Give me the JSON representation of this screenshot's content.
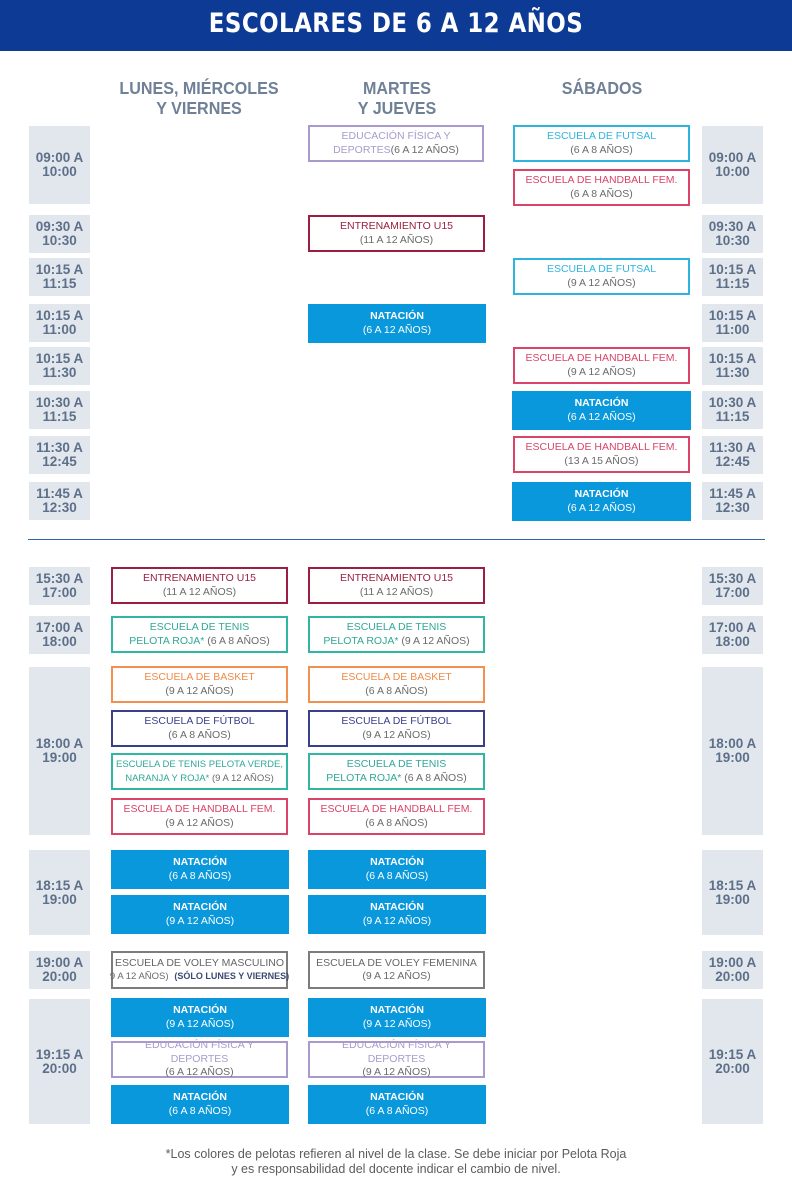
{
  "header": {
    "title": "ESCOLARES DE 6 A 12 AÑOS"
  },
  "columns": {
    "lmv": "LUNES, MIÉRCOLES\nY VIERNES",
    "mj": "MARTES\nY JUEVES",
    "sab": "SÁBADOS"
  },
  "times": {
    "t0900": "09:00 A\n10:00",
    "t0930": "09:30 A\n10:30",
    "t1015a": "10:15 A\n11:15",
    "t1015b": "10:15 A\n11:00",
    "t1015c": "10:15 A\n11:30",
    "t1030": "10:30 A\n11:15",
    "t1130": "11:30 A\n12:45",
    "t1145": "11:45 A\n12:30",
    "t1530": "15:30 A\n17:00",
    "t1700": "17:00 A\n18:00",
    "t1800": "18:00 A\n19:00",
    "t1815": "18:15 A\n19:00",
    "t1900": "19:00 A\n20:00",
    "t1915": "19:15 A\n20:00"
  },
  "classes": {
    "mj_edfisica_1": {
      "title": "EDUCACIÓN FÍSICA Y",
      "title2": "DEPORTES",
      "sub": "(6 A 12 AÑOS)"
    },
    "sab_futsal_1": {
      "title": "ESCUELA DE FUTSAL",
      "sub": "(6 A 8 AÑOS)"
    },
    "sab_handball_1": {
      "title": "ESCUELA DE HANDBALL FEM.",
      "sub": "(6 A 8 AÑOS)"
    },
    "mj_u15_1": {
      "title": "ENTRENAMIENTO U15",
      "sub": "(11 A 12 AÑOS)"
    },
    "sab_futsal_2": {
      "title": "ESCUELA DE FUTSAL",
      "sub": "(9 A 12 AÑOS)"
    },
    "mj_natacion_1": {
      "title": "NATACIÓN",
      "sub": "(6 A 12 AÑOS)"
    },
    "sab_handball_2": {
      "title": "ESCUELA DE HANDBALL FEM.",
      "sub": "(9 A 12 AÑOS)"
    },
    "sab_natacion_1": {
      "title": "NATACIÓN",
      "sub": "(6 A 12 AÑOS)"
    },
    "sab_handball_3": {
      "title": "ESCUELA DE HANDBALL FEM.",
      "sub": "(13 A 15 AÑOS)"
    },
    "sab_natacion_2": {
      "title": "NATACIÓN",
      "sub": "(6 A 12 AÑOS)"
    },
    "lmv_u15": {
      "title": "ENTRENAMIENTO U15",
      "sub": "(11 A 12 AÑOS)"
    },
    "mj_u15_2": {
      "title": "ENTRENAMIENTO U15",
      "sub": "(11 A 12 AÑOS)"
    },
    "lmv_tenis_roja": {
      "title": "ESCUELA DE TENIS",
      "title2": "PELOTA ROJA*",
      "sub": "(6 A 8 AÑOS)"
    },
    "mj_tenis_roja_1": {
      "title": "ESCUELA DE TENIS",
      "title2": "PELOTA ROJA*",
      "sub": "(9 A 12 AÑOS)"
    },
    "lmv_basket": {
      "title": "ESCUELA DE BASKET",
      "sub": "(9 A 12 AÑOS)"
    },
    "mj_basket": {
      "title": "ESCUELA DE BASKET",
      "sub": "(6 A 8 AÑOS)"
    },
    "lmv_futbol": {
      "title": "ESCUELA DE FÚTBOL",
      "sub": "(6 A 8 AÑOS)"
    },
    "mj_futbol": {
      "title": "ESCUELA DE FÚTBOL",
      "sub": "(9 A 12 AÑOS)"
    },
    "lmv_tenis_verde": {
      "title": "ESCUELA DE TENIS PELOTA VERDE,",
      "title2": "NARANJA Y ROJA*",
      "sub": "(9 A 12 AÑOS)"
    },
    "mj_tenis_roja_2": {
      "title": "ESCUELA DE TENIS",
      "title2": "PELOTA ROJA*",
      "sub": "(6 A 8 AÑOS)"
    },
    "lmv_handball": {
      "title": "ESCUELA DE HANDBALL FEM.",
      "sub": "(9 A 12 AÑOS)"
    },
    "mj_handball": {
      "title": "ESCUELA DE HANDBALL FEM.",
      "sub": "(6 A 8 AÑOS)"
    },
    "lmv_natacion_1815a": {
      "title": "NATACIÓN",
      "sub": "(6 A 8 AÑOS)"
    },
    "mj_natacion_1815a": {
      "title": "NATACIÓN",
      "sub": "(6 A 8 AÑOS)"
    },
    "lmv_natacion_1815b": {
      "title": "NATACIÓN",
      "sub": "(9 A 12 AÑOS)"
    },
    "mj_natacion_1815b": {
      "title": "NATACIÓN",
      "sub": "(9 A 12 AÑOS)"
    },
    "lmv_voley": {
      "title": "ESCUELA DE VOLEY MASCULINO",
      "sub": "9 A 12 AÑOS)",
      "note": "(SÓLO LUNES Y VIERNES)"
    },
    "mj_voley": {
      "title": "ESCUELA DE VOLEY FEMENINA",
      "sub": "(9 A 12 AÑOS)"
    },
    "lmv_natacion_1915a": {
      "title": "NATACIÓN",
      "sub": "(9 A 12 AÑOS)"
    },
    "mj_natacion_1915a": {
      "title": "NATACIÓN",
      "sub": "(9 A 12 AÑOS)"
    },
    "lmv_edfisica": {
      "title": "EDUCACIÓN FÍSICA Y DEPORTES",
      "sub": "(6 A 12 AÑOS)"
    },
    "mj_edfisica_2": {
      "title": "EDUCACIÓN FÍSICA Y DEPORTES",
      "sub": "(9 A 12 AÑOS)"
    },
    "lmv_natacion_1915b": {
      "title": "NATACIÓN",
      "sub": "(6 A 8 AÑOS)"
    },
    "mj_natacion_1915b": {
      "title": "NATACIÓN",
      "sub": "(6 A 8 AÑOS)"
    }
  },
  "footnote": {
    "line1": "*Los colores de pelotas refieren al nivel de la clase. Se debe iniciar por Pelota Roja",
    "line2": "y es responsabilidad del docente indicar el cambio de nivel."
  },
  "colors": {
    "banner": "#0d3a94",
    "timebox": "#e1e7ed",
    "natacion": "#0898db",
    "purple": "#a89bcc",
    "cyan": "#2fb4e0",
    "red": "#d94468",
    "maroon": "#9a1f42",
    "teal": "#31b6a4",
    "orange": "#f29050",
    "navy": "#3a3f8c",
    "gray": "#7c7c7c"
  }
}
